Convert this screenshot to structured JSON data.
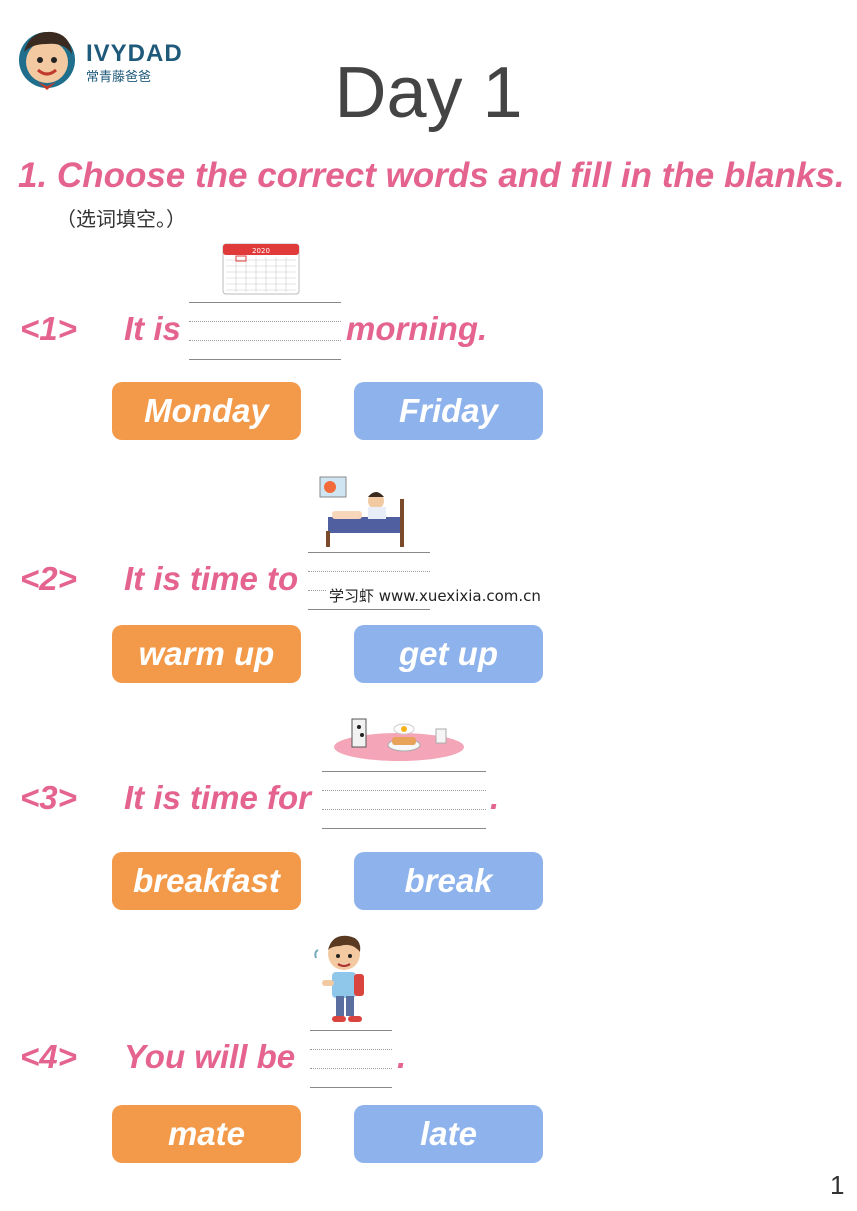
{
  "logo": {
    "brand": "IVYDAD",
    "cn": "常青藤爸爸"
  },
  "title": "Day 1",
  "instruction": {
    "text": "1. Choose the correct words and fill in the blanks.",
    "cn": "（选词填空。）"
  },
  "questions": [
    {
      "num": "<1>",
      "before": "It is",
      "after": "morning.",
      "options": [
        "Monday",
        "Friday"
      ]
    },
    {
      "num": "<2>",
      "before": "It is time to",
      "after": "",
      "options": [
        "warm up",
        "get up"
      ]
    },
    {
      "num": "<3>",
      "before": "It is time for",
      "after": ".",
      "options": [
        "breakfast",
        "break"
      ]
    },
    {
      "num": "<4>",
      "before": "You will be",
      "after": ".",
      "options": [
        "mate",
        "late"
      ]
    }
  ],
  "calendar_year": "2020",
  "watermark": "学习虾  www.xuexixia.com.cn",
  "page_number": "1",
  "colors": {
    "pink": "#e4638f",
    "orange": "#f39a4a",
    "blue": "#8db2ec"
  }
}
